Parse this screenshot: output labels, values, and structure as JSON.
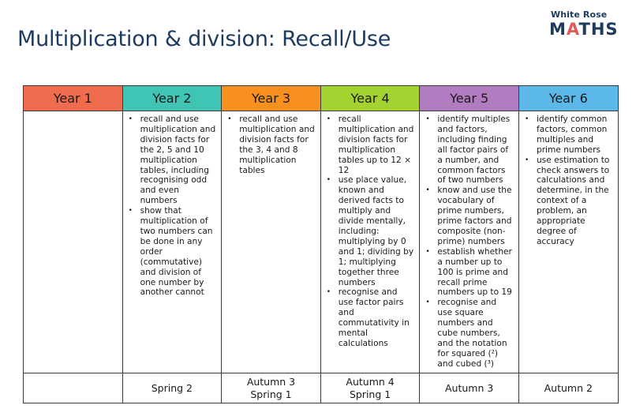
{
  "header": {
    "title": "Multiplication & division: Recall/Use",
    "logo_top": "White Rose",
    "logo_main": "MATHS"
  },
  "colors": {
    "year1": "#ef6c4f",
    "year2": "#40c4b4",
    "year3": "#f7901e",
    "year4": "#a3d231",
    "year5": "#b27cc0",
    "year6": "#5bb8e8",
    "title": "#1d3a5f"
  },
  "years": [
    {
      "label": "Year 1",
      "objectives": [],
      "terms": ""
    },
    {
      "label": "Year 2",
      "objectives": [
        "recall and use multiplication and division facts for the 2, 5 and 10 multiplication tables, including recognising odd and even numbers",
        "show that multiplication of two numbers can be done in any order (commutative) and division of one number by another cannot"
      ],
      "terms": "Spring 2"
    },
    {
      "label": "Year 3",
      "objectives": [
        "recall and use multiplication and division facts for the 3, 4 and 8 multiplication tables"
      ],
      "terms": "Autumn 3\nSpring 1"
    },
    {
      "label": "Year 4",
      "objectives": [
        "recall multiplication and division facts for multiplication tables up to 12 × 12",
        "use place value, known and derived facts to multiply and divide mentally, including: multiplying by 0 and 1; dividing by 1; multiplying together three numbers",
        "recognise and use factor pairs and commutativity in mental calculations"
      ],
      "terms": "Autumn 4\nSpring 1"
    },
    {
      "label": "Year 5",
      "objectives": [
        "identify multiples and factors, including finding all factor pairs of a number, and common factors of two numbers",
        "know and use the vocabulary of prime numbers, prime factors and composite (non-prime) numbers",
        "establish whether a number up to 100 is prime and recall prime numbers up to 19",
        "recognise and use square numbers and cube numbers, and the notation for squared (²) and cubed (³)"
      ],
      "terms": "Autumn 3"
    },
    {
      "label": "Year 6",
      "objectives": [
        "identify common factors, common multiples and prime numbers",
        "use estimation to check answers to calculations and determine, in the context of a problem, an appropriate degree of accuracy"
      ],
      "terms": "Autumn 2"
    }
  ]
}
